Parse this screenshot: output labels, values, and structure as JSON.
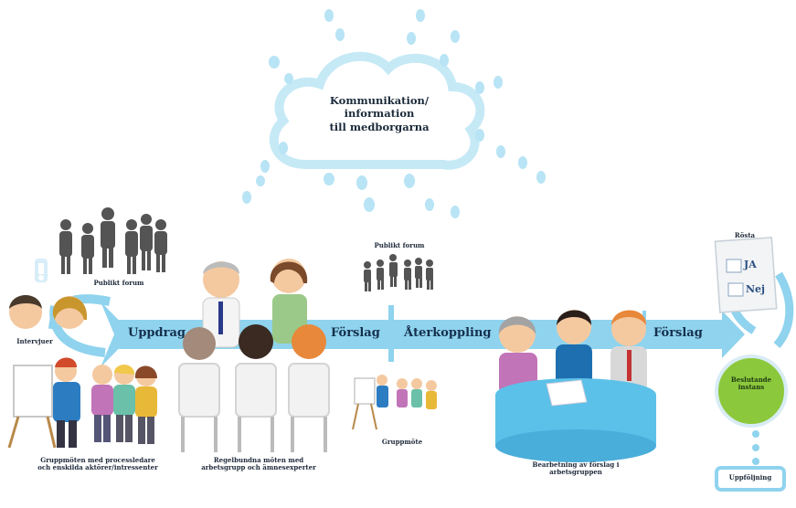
{
  "cloud": {
    "line1": "Kommunikation/",
    "line2": "information",
    "line3": "till medborgarna"
  },
  "arrows": {
    "uppdrag": "Uppdrag",
    "forslag1": "Förslag",
    "aterkoppling": "Återkoppling",
    "forslag2": "Förslag"
  },
  "labels": {
    "publikt_forum_left": "Publikt forum",
    "intervjuer": "Intervjuer",
    "publikt_forum_mid": "Publikt forum",
    "gruppmoten_1": "Gruppmöten med processledare",
    "gruppmoten_2": "och enskilda aktörer/intressenter",
    "regelbundna_1": "Regelbundna möten med",
    "regelbundna_2": "arbetsgrupp och ämnesexperter",
    "gruppmote": "Gruppmöte",
    "bearbetning_1": "Bearbetning av förslag i",
    "bearbetning_2": "arbetsgruppen",
    "rosta": "Rösta",
    "ja": "JA",
    "nej": "Nej",
    "beslutande_1": "Beslutande",
    "beslutande_2": "instans",
    "uppfoljning": "Uppföljning"
  },
  "colors": {
    "arrow": "#8fd3ee",
    "cloud": "#c6e9f6",
    "dots": "#b8e4f5",
    "decision": "#8cc83c",
    "table": "#5cc1e8"
  }
}
